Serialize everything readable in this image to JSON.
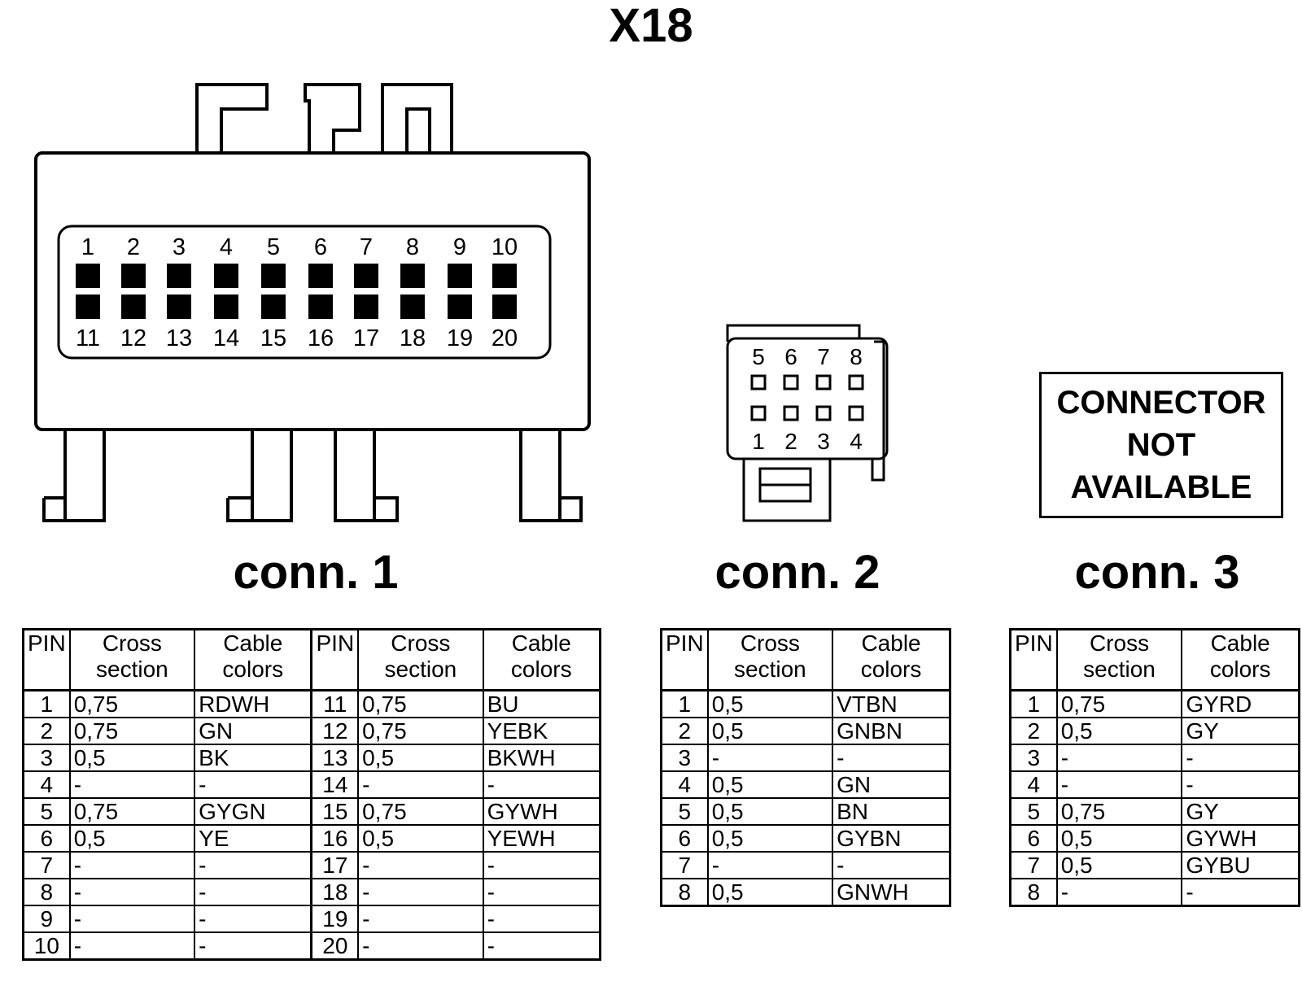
{
  "title": "X18",
  "connectors": [
    {
      "label": "conn. 1",
      "top_pin_numbers": [
        "1",
        "2",
        "3",
        "4",
        "5",
        "6",
        "7",
        "8",
        "9",
        "10"
      ],
      "bottom_pin_numbers": [
        "11",
        "12",
        "13",
        "14",
        "15",
        "16",
        "17",
        "18",
        "19",
        "20"
      ],
      "table": {
        "headers": [
          "PIN",
          "Cross section",
          "Cable colors",
          "PIN",
          "Cross section",
          "Cable colors"
        ],
        "rows": [
          [
            "1",
            "0,75",
            "RDWH",
            "11",
            "0,75",
            "BU"
          ],
          [
            "2",
            "0,75",
            "GN",
            "12",
            "0,75",
            "YEBK"
          ],
          [
            "3",
            "0,5",
            "BK",
            "13",
            "0,5",
            "BKWH"
          ],
          [
            "4",
            "-",
            "-",
            "14",
            "-",
            "-"
          ],
          [
            "5",
            "0,75",
            "GYGN",
            "15",
            "0,75",
            "GYWH"
          ],
          [
            "6",
            "0,5",
            "YE",
            "16",
            "0,5",
            "YEWH"
          ],
          [
            "7",
            "-",
            "-",
            "17",
            "-",
            "-"
          ],
          [
            "8",
            "-",
            "-",
            "18",
            "-",
            "-"
          ],
          [
            "9",
            "-",
            "-",
            "19",
            "-",
            "-"
          ],
          [
            "10",
            "-",
            "-",
            "20",
            "-",
            "-"
          ]
        ]
      }
    },
    {
      "label": "conn. 2",
      "top_pin_numbers": [
        "5",
        "6",
        "7",
        "8"
      ],
      "bottom_pin_numbers": [
        "1",
        "2",
        "3",
        "4"
      ],
      "table": {
        "headers": [
          "PIN",
          "Cross section",
          "Cable colors"
        ],
        "rows": [
          [
            "1",
            "0,5",
            "VTBN"
          ],
          [
            "2",
            "0,5",
            "GNBN"
          ],
          [
            "3",
            "-",
            "-"
          ],
          [
            "4",
            "0,5",
            "GN"
          ],
          [
            "5",
            "0,5",
            "BN"
          ],
          [
            "6",
            "0,5",
            "GYBN"
          ],
          [
            "7",
            "-",
            "-"
          ],
          [
            "8",
            "0,5",
            "GNWH"
          ]
        ]
      }
    },
    {
      "label": "conn. 3",
      "not_available_lines": [
        "CONNECTOR",
        "NOT",
        "AVAILABLE"
      ],
      "table": {
        "headers": [
          "PIN",
          "Cross section",
          "Cable colors"
        ],
        "rows": [
          [
            "1",
            "0,75",
            "GYRD"
          ],
          [
            "2",
            "0,5",
            "GY"
          ],
          [
            "3",
            "-",
            "-"
          ],
          [
            "4",
            "-",
            "-"
          ],
          [
            "5",
            "0,75",
            "GY"
          ],
          [
            "6",
            "0,5",
            "GYWH"
          ],
          [
            "7",
            "0,5",
            "GYBU"
          ],
          [
            "8",
            "-",
            "-"
          ]
        ]
      }
    }
  ]
}
